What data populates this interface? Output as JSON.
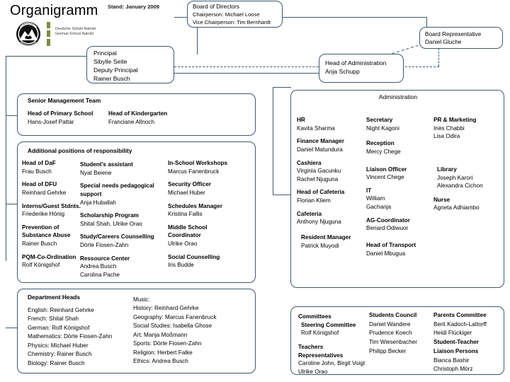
{
  "page": {
    "title": "Organigramm",
    "date_note": "Stand: January 2009",
    "logo": {
      "name": "deutsche-schule-nairobi-logo",
      "line1": "Deutsche Schule Nairobi",
      "line2": "German School Nairobi"
    }
  },
  "nodes": {
    "board_of_directors": {
      "title": "Board of Directors",
      "line2": "Chairperson: Michael Loose",
      "line3": "Vice Chairperson: Tim Bernhardt"
    },
    "board_representative": {
      "title": "Board Representative",
      "line2": "Daniel Gluche"
    },
    "principal": {
      "line1": "Principal",
      "line2": "Sibylle Seite",
      "line3": "Deputy Principal",
      "line4": "Rainer Busch"
    },
    "head_of_administration": {
      "line1": "Head of Administration",
      "line2": "Anja Schupp"
    }
  },
  "senior_management": {
    "heading": "Senior Management Team",
    "entries": [
      {
        "role": "Head of Primary School",
        "name": "Hans-Josef Pattar"
      },
      {
        "role": "Head of Kindergarten",
        "name": "Franciane Allnoch"
      }
    ]
  },
  "additional_positions": {
    "heading": "Additional positions of responsibility",
    "column1": [
      {
        "role": "Head of DaF",
        "name": "Frau Busch"
      },
      {
        "role": "Head of DFU",
        "name": "Reinhard Gehrke"
      },
      {
        "role": "Interns/Guest Stdnts.",
        "name": "Friederike Hönig"
      },
      {
        "role": "Prevention of",
        "role2": "Substance Abuse",
        "name": "Rainer Busch"
      },
      {
        "role": "PQM-Co-Ordination",
        "name": "Rolf Königshof"
      }
    ],
    "column2": [
      {
        "role": "Student's assistant",
        "name": "Nyat Beiene"
      },
      {
        "role": "Special needs pedagogical",
        "role2": "support",
        "name": "Anja Huballah"
      },
      {
        "role": "Scholarship Program",
        "name": "Shital Shah, Ulrike Orao"
      },
      {
        "role": "Study/Careers Counselling",
        "name": "Dörte Fiosen-Zahn"
      },
      {
        "role": "Ressource Center",
        "name": "Andrea Busch",
        "name2": "Carolina Pache"
      }
    ],
    "column3": [
      {
        "role": "In-School Workshops",
        "name": "Marcus Fanenbruck"
      },
      {
        "role": "Security Officer",
        "name": "Michael Huber"
      },
      {
        "role": "Schedules Manager",
        "name": "Kristina Fallis"
      },
      {
        "role": "Middle School",
        "role2": "Coordinator",
        "name": "Ulrike Orao"
      },
      {
        "role": "Social Counselling",
        "name": "Iris Budde"
      }
    ]
  },
  "department_heads": {
    "heading": "Department Heads",
    "column1": [
      "English: Reinhard Gehrke",
      "French: Shital Shah",
      "German: Rolf Königshof",
      "Mathematics: Dörte Fiosen-Zahn",
      "Physics: Michael Huber",
      "Chemistry: Rainer Busch",
      "Biology: Rainer Busch"
    ],
    "column2_heading": "Music:",
    "column2": [
      "History: Reinhard Gehrke",
      "Geography: Marcus Fanenbruck",
      "Social Studies: Isabella Ghose",
      "Art: Manja Moßmann",
      "Sports: Dörte Fiosen-Zahn",
      "Religion: Herbert Falke",
      "Ethics: Andrea Busch"
    ]
  },
  "administration": {
    "heading": "Administration",
    "column1": [
      {
        "role": "HR",
        "name": "Kavita Sharma"
      },
      {
        "role": "Finance Manager",
        "name": "Daniel Matundura"
      },
      {
        "role": "Cashiera",
        "name": "Virginia Gacunku",
        "name2": "Rachel Njuguna"
      },
      {
        "role": "Head of Cafeteria",
        "name": "Florian Kliem"
      },
      {
        "role": "Cafeteria",
        "name": "Anthony Njuguna"
      },
      {
        "role": "Resident Manager",
        "name": "Patrick Muyodi"
      }
    ],
    "column2": [
      {
        "role": "Secretary",
        "name": "Night Kagoni"
      },
      {
        "role": "Reception",
        "name": "Mercy Chege"
      },
      {
        "role": "Liaison Officer",
        "name": "Vincent Chege"
      },
      {
        "role": "IT",
        "name": "William",
        "name2": "Gachanja"
      },
      {
        "role": "AG-Coordinator",
        "name": "Benard Odiwuor"
      },
      {
        "role": "Head of Transport",
        "name": "Daniel Mbugua"
      }
    ],
    "column3": [
      {
        "role": "PR & Marketing",
        "name": "Inès Chabbi",
        "name2": "Lisa Odira"
      },
      {
        "role": "Library",
        "name": "Joseph Karori",
        "name2": "Alexandra Cichon"
      },
      {
        "role": "Nurse",
        "name": "Agneta Adhiambo"
      }
    ]
  },
  "committees": {
    "heading": "Committees",
    "column1": [
      {
        "role": "Steering Committee",
        "name": "Rolf Königshof"
      },
      {
        "role": "Teachers",
        "role2": "Representatives",
        "name": "Caroline John, Birgit Voigt",
        "name2": "Ulrike Orao"
      }
    ],
    "column2_heading": "Students Council",
    "column2": [
      "Daniel Wandere",
      "Prudence Koech",
      "Tim Wiesenbacher",
      "Philipp Becker"
    ],
    "column3_heading": "Parents Committee",
    "column3": [
      "Berit Kadoch-Lattorff",
      "Heidi Flückiger",
      "Student-Teacher",
      "Liaison Persons",
      "Bianca Bashir",
      "Christoph Mörz"
    ]
  },
  "colors": {
    "line": "#3f5870",
    "accent_green": "#7d8c3f",
    "background": "#ffffff",
    "text": "#000000"
  }
}
